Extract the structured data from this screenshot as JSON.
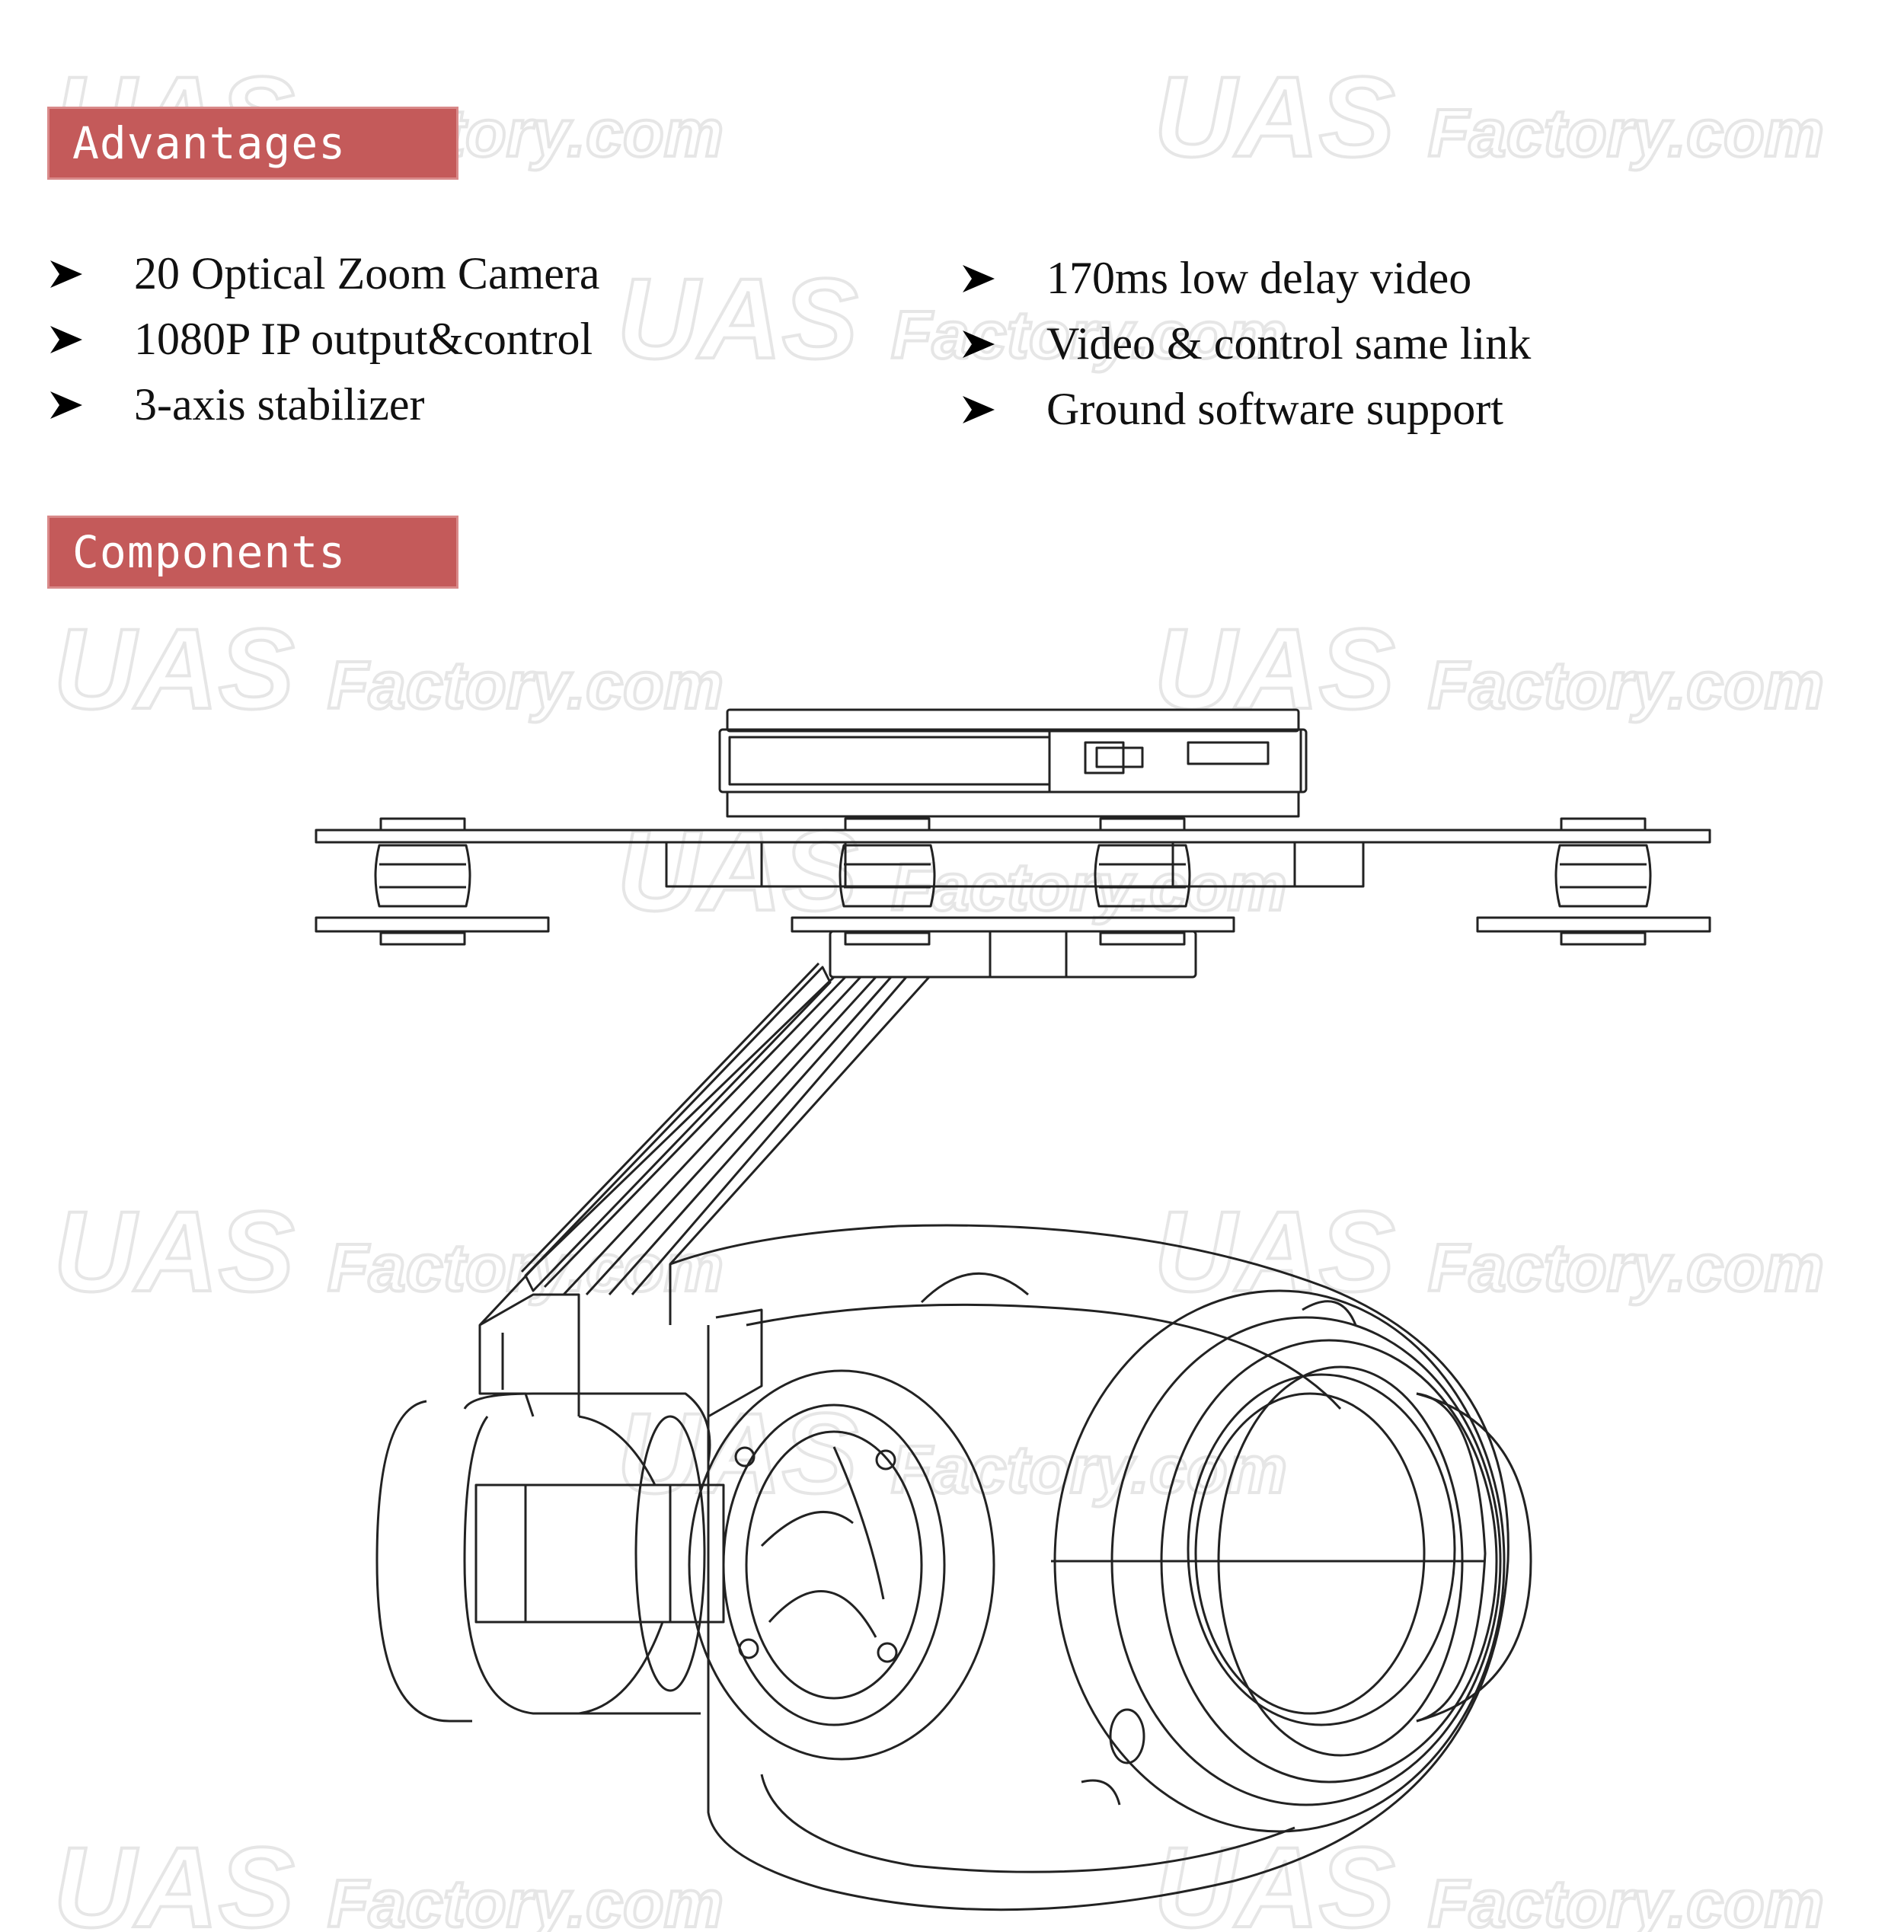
{
  "sections": {
    "advantages_title": "Advantages",
    "components_title": "Components"
  },
  "advantages": {
    "left": [
      "20 Optical Zoom Camera",
      "1080P IP output&control",
      "3-axis stabilizer"
    ],
    "right": [
      "170ms low delay video",
      "Video & control same link",
      "Ground software support"
    ]
  },
  "watermark": {
    "text_big": "UAS",
    "text_small": "Factory.com"
  },
  "drawing": {
    "icon": "gimbal-camera-line-drawing"
  }
}
